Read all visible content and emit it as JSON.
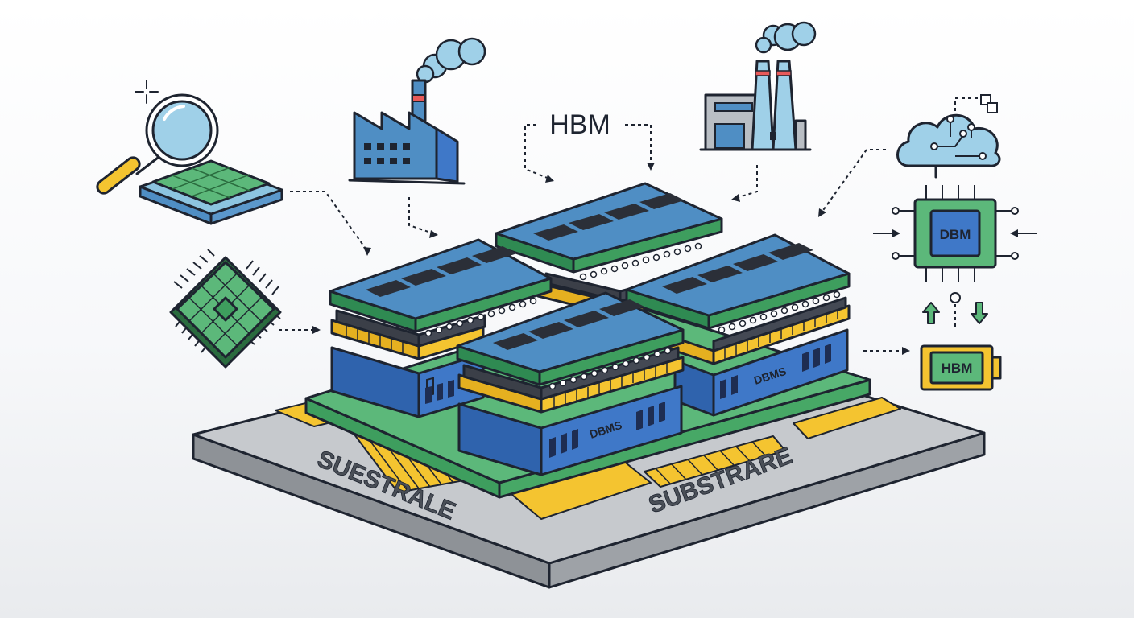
{
  "labels": {
    "hbm_top": "HBM",
    "dbm_chip": "DBM",
    "hbm_battery": "HBM",
    "dbms_front": "DBMS",
    "dbms_right": "DBMS",
    "substrate_left": "SUESTRALE",
    "substrate_right": "SUBSTRARE"
  },
  "colors": {
    "substrate": "#bfc3c8",
    "board_green": "#5cb87a",
    "die_blue": "#3f78c8",
    "ram_teal": "#4f8ec4",
    "gold": "#f4c430",
    "light_blue": "#9fd0e8",
    "outline": "#1e2430"
  },
  "icons": [
    "magnifier-wafer-icon",
    "factory-icon",
    "power-plant-icon",
    "cloud-network-icon",
    "processor-chip-icon",
    "dbm-chip-icon",
    "up-arrow-icon",
    "down-arrow-icon",
    "hbm-battery-icon"
  ]
}
